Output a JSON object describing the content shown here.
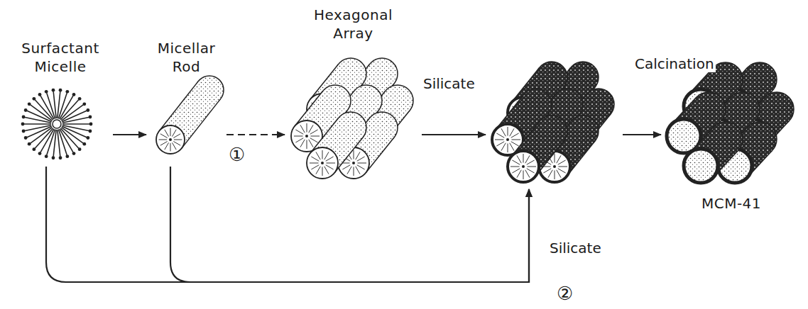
{
  "diagram": {
    "nodes": [
      {
        "text": [
          "Surfactant Micelle"
        ]
      },
      {
        "text": [
          "Micellar Rod"
        ]
      },
      {
        "text": [
          "Hexagonal Array"
        ]
      },
      {
        "text": []
      },
      {
        "text": [
          "MCM-41"
        ]
      }
    ],
    "edges": [
      {
        "from": 0,
        "to": 1,
        "arrow": "to"
      },
      {
        "from": 1,
        "to": 2,
        "arrow": "to"
      },
      {
        "from": 2,
        "to": 3,
        "label": "Silicate",
        "arrow": "to"
      },
      {
        "from": 3,
        "to": 4,
        "label": "Calcination",
        "arrow": "to"
      },
      {
        "from": 0,
        "to": 3,
        "arrow": "to"
      },
      {
        "from": 1,
        "to": 3,
        "arrow": "to"
      }
    ],
    "labels": [
      "①",
      "Silicate",
      "②"
    ]
  }
}
